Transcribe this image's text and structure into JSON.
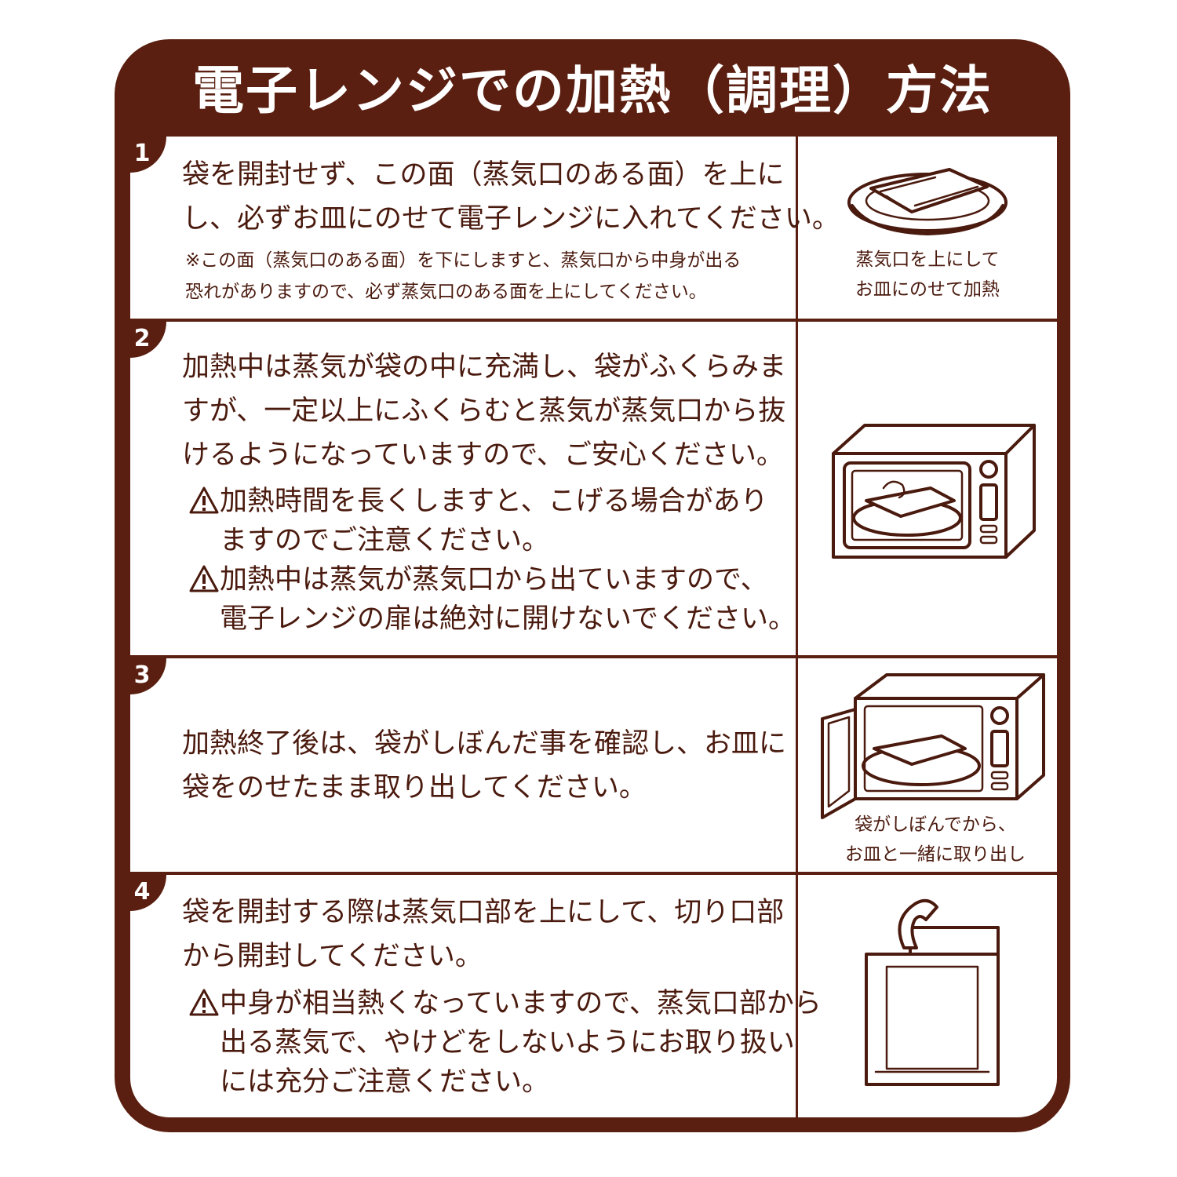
{
  "title": "電子レンジでの加熱（調理）方法",
  "warning_icon": "warning-triangle-icon",
  "colors": {
    "frame": "#5a1f10",
    "text": "#4a1a0e",
    "background": "#ffffff"
  },
  "steps": [
    {
      "number": "1",
      "text": "袋を開封せず、この面（蒸気口のある面）を上に\nし、必ずお皿にのせて電子レンジに入れてください。",
      "note": "※この面（蒸気口のある面）を下にしますと、蒸気口から中身が出る\n恐れがありますので、必ず蒸気口のある面を上にしてください。",
      "caption": "蒸気口を上にして\nお皿にのせて加熱",
      "illustration": "bag-on-plate-icon"
    },
    {
      "number": "2",
      "text": "加熱中は蒸気が袋の中に充満し、袋がふくらみま\nすが、一定以上にふくらむと蒸気が蒸気口から抜\nけるようになっていますので、ご安心ください。",
      "warnings": [
        "加熱時間を長くしますと、こげる場合があり\nますのでご注意ください。",
        "加熱中は蒸気が蒸気口から出ていますので、\n電子レンジの扉は絶対に開けないでください。"
      ],
      "illustration": "microwave-closed-icon"
    },
    {
      "number": "3",
      "text": "加熱終了後は、袋がしぼんだ事を確認し、お皿に\n袋をのせたまま取り出してください。",
      "caption": "袋がしぼんでから、\nお皿と一緒に取り出し",
      "illustration": "microwave-open-icon"
    },
    {
      "number": "4",
      "text": "袋を開封する際は蒸気口部を上にして、切り口部\nから開封してください。",
      "warnings": [
        "中身が相当熱くなっていますので、蒸気口部から\n出る蒸気で、やけどをしないようにお取り扱い\nには充分ご注意ください。"
      ],
      "illustration": "opened-pouch-icon"
    }
  ]
}
